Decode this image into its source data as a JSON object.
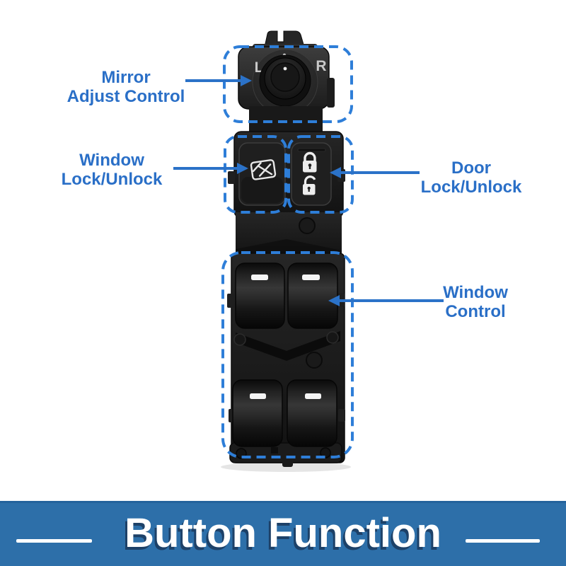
{
  "callouts": {
    "mirror": {
      "line1": "Mirror",
      "line2": "Adjust Control"
    },
    "window_lock": {
      "line1": "Window",
      "line2": "Lock/Unlock"
    },
    "door_lock": {
      "line1": "Door",
      "line2": "Lock/Unlock"
    },
    "window_control": {
      "line1": "Window",
      "line2": "Control"
    }
  },
  "product_photo": {
    "description": "master power window switch",
    "mirror_selector_left": "L",
    "mirror_selector_right": "R",
    "icons": {
      "window_lock_button": "window-with-cross-icon",
      "door_lock_button_top": "closed-padlock-icon",
      "door_lock_button_bottom": "open-padlock-icon",
      "mirror_adjust": "round-knob"
    }
  },
  "banner": {
    "title": "Button Function"
  },
  "colors": {
    "callout_text": "#2a6fc7",
    "highlight_dash": "#2e7ed8",
    "arrow": "#2b72c8",
    "banner_background": "#2d6fa9",
    "banner_text": "#ffffff",
    "banner_shadow": "#1d4168",
    "page_background": "#ffffff"
  }
}
